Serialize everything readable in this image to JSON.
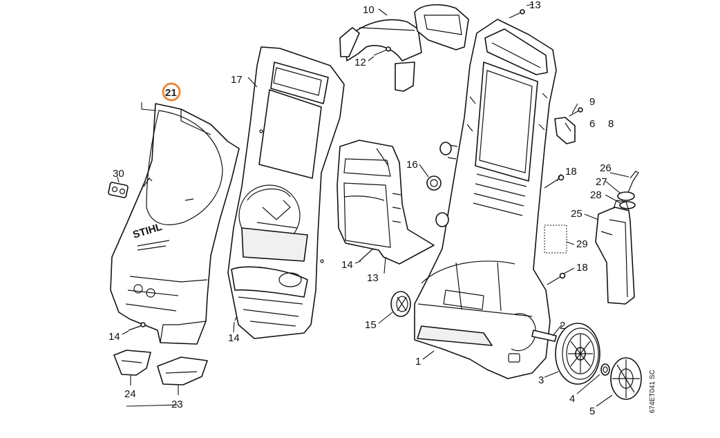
{
  "diagram": {
    "brand_text": "STIHL",
    "drawing_code": "674ET041 SC",
    "highlight_color": "#e8893a",
    "highlighted_part": "21",
    "callouts": {
      "c1": "1",
      "c2": "2",
      "c3": "3",
      "c4": "4",
      "c5": "5",
      "c6": "6",
      "c8": "8",
      "c9": "9",
      "c10": "10",
      "c12": "12",
      "c13a": "13",
      "c13b": "13",
      "c14a": "14",
      "c14b": "14",
      "c14c": "14",
      "c15": "15",
      "c16": "16",
      "c17": "17",
      "c18a": "18",
      "c18b": "18",
      "c21": "21",
      "c23": "23",
      "c24": "24",
      "c25": "25",
      "c26": "26",
      "c27": "27",
      "c28": "28",
      "c29": "29",
      "c30": "30"
    }
  }
}
